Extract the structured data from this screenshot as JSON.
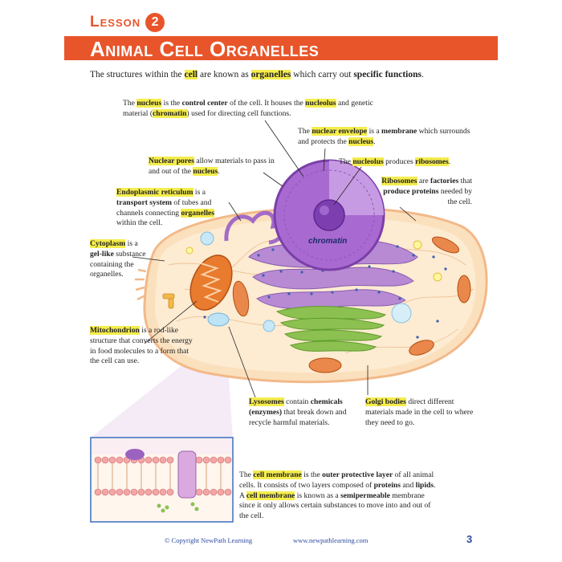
{
  "header": {
    "lesson_label": "Lesson",
    "lesson_number": "2",
    "title": "Animal Cell Organelles"
  },
  "intro": {
    "p1": "The structures within the ",
    "cell": "cell",
    "p2": " are known as ",
    "organelles": "organelles",
    "p3": " which carry out ",
    "specific": "specific functions",
    "p4": "."
  },
  "labels": {
    "nucleus": {
      "t1": "The ",
      "h1": "nucleus",
      "t2": " is the ",
      "b1": "control center",
      "t3": " of the cell. It houses the ",
      "h2": "nucleolus",
      "t4": " and genetic material (",
      "h3": "chromatin",
      "t5": ") used for directing cell functions."
    },
    "nuclear_envelope": {
      "t1": "The ",
      "h1": "nuclear envelope",
      "t2": " is a ",
      "b1": "membrane",
      "t3": " which surrounds and protects the ",
      "h2": "nucleus",
      "t4": "."
    },
    "nuclear_pores": {
      "h1": "Nuclear pores",
      "t1": " allow materials to pass in and out of the ",
      "h2": "nucleus",
      "t2": "."
    },
    "nucleolus": {
      "t1": "The ",
      "h1": "nucleolus",
      "t2": " produces ",
      "h2": "ribosomes",
      "t3": "."
    },
    "er": {
      "h1": "Endoplasmic reticulum",
      "t1": " is a ",
      "b1": "transport system",
      "t2": " of tubes and channels connecting ",
      "h2": "organelles",
      "t3": " within the cell."
    },
    "ribosomes": {
      "h1": "Ribosomes",
      "t1": " are ",
      "b1": "factories",
      "t2": " that ",
      "b2": "produce proteins",
      "t3": " needed by the cell."
    },
    "cytoplasm": {
      "h1": "Cytoplasm",
      "t1": " is a ",
      "b1": "gel-like",
      "t2": " substance containing the organelles."
    },
    "mitochondrion": {
      "h1": "Mitochondrion",
      "t1": " is a rod-like structure that converts the energy in food molecules to a form that the cell can use."
    },
    "lysosomes": {
      "h1": "Lysosomes",
      "t1": " contain ",
      "b1": "chemicals (enzymes)",
      "t2": " that break down and recycle harmful materials."
    },
    "golgi": {
      "h1": "Golgi bodies",
      "t1": " direct different materials made in the cell to where they need to go."
    },
    "cell_membrane": {
      "t1": "The ",
      "h1": "cell membrane",
      "t2": " is the ",
      "b1": "outer protective layer",
      "t3": " of all animal cells. It consists of two layers composed of ",
      "b2": "proteins",
      "t4": " and ",
      "b3": "lipids",
      "t5": ". A ",
      "h2": "cell membrane",
      "t6": " is known as a ",
      "b4": "semipermeable",
      "t7": " membrane since it only allows certain substances to move into and out of the cell."
    },
    "chromatin_inline": "chromatin"
  },
  "footer": {
    "copyright": "© Copyright NewPath Learning",
    "website": "www.newpathlearning.com",
    "page": "3"
  },
  "colors": {
    "accent": "#e8552a",
    "highlight": "#f5ed4d",
    "nucleus": "#9b5fc0",
    "golgi": "#7cb342",
    "mitochondrion": "#e87b2e",
    "cytoplasm": "#fbe3c2"
  }
}
